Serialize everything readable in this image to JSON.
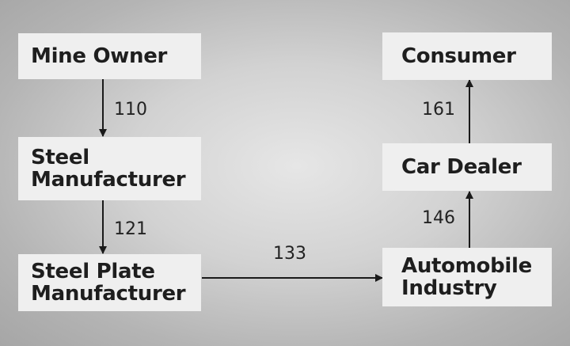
{
  "nodes": {
    "mine_owner": "Mine Owner",
    "steel_manufacturer": "Steel\nManufacturer",
    "steel_plate_manufacturer": "Steel Plate\nManufacturer",
    "automobile_industry": "Automobile\nIndustry",
    "car_dealer": "Car Dealer",
    "consumer": "Consumer"
  },
  "edges": {
    "mine_to_steel": "110",
    "steel_to_plate": "121",
    "plate_to_auto": "133",
    "auto_to_dealer": "146",
    "dealer_to_consumer": "161"
  },
  "colors": {
    "box_fill": "#efefef",
    "text": "#1e1e1e",
    "arrow": "#1a1a1a"
  }
}
